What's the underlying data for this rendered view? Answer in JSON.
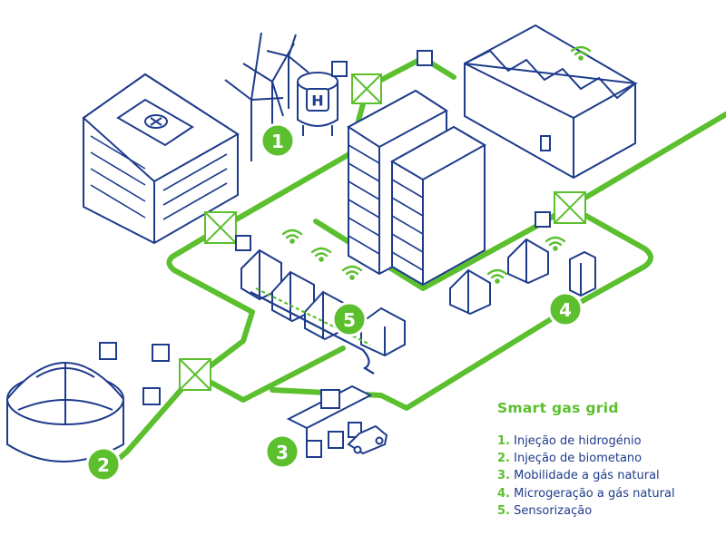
{
  "legend": {
    "title": "Smart gas grid",
    "items": [
      {
        "number": "1.",
        "label": "Injeção de hidrogénio"
      },
      {
        "number": "2.",
        "label": "Injeção de biometano"
      },
      {
        "number": "3.",
        "label": "Mobilidade a gás natural"
      },
      {
        "number": "4.",
        "label": "Microgeração a gás natural"
      },
      {
        "number": "5.",
        "label": "Sensorização"
      }
    ]
  },
  "markers": {
    "m1": "1",
    "m2": "2",
    "m3": "3",
    "m4": "4",
    "m5": "5"
  },
  "hydrogen_tank": {
    "letter": "H"
  },
  "colors": {
    "grid_green": "#5bbf2e",
    "outline_blue": "#1e3c8c",
    "background": "#ffffff"
  }
}
